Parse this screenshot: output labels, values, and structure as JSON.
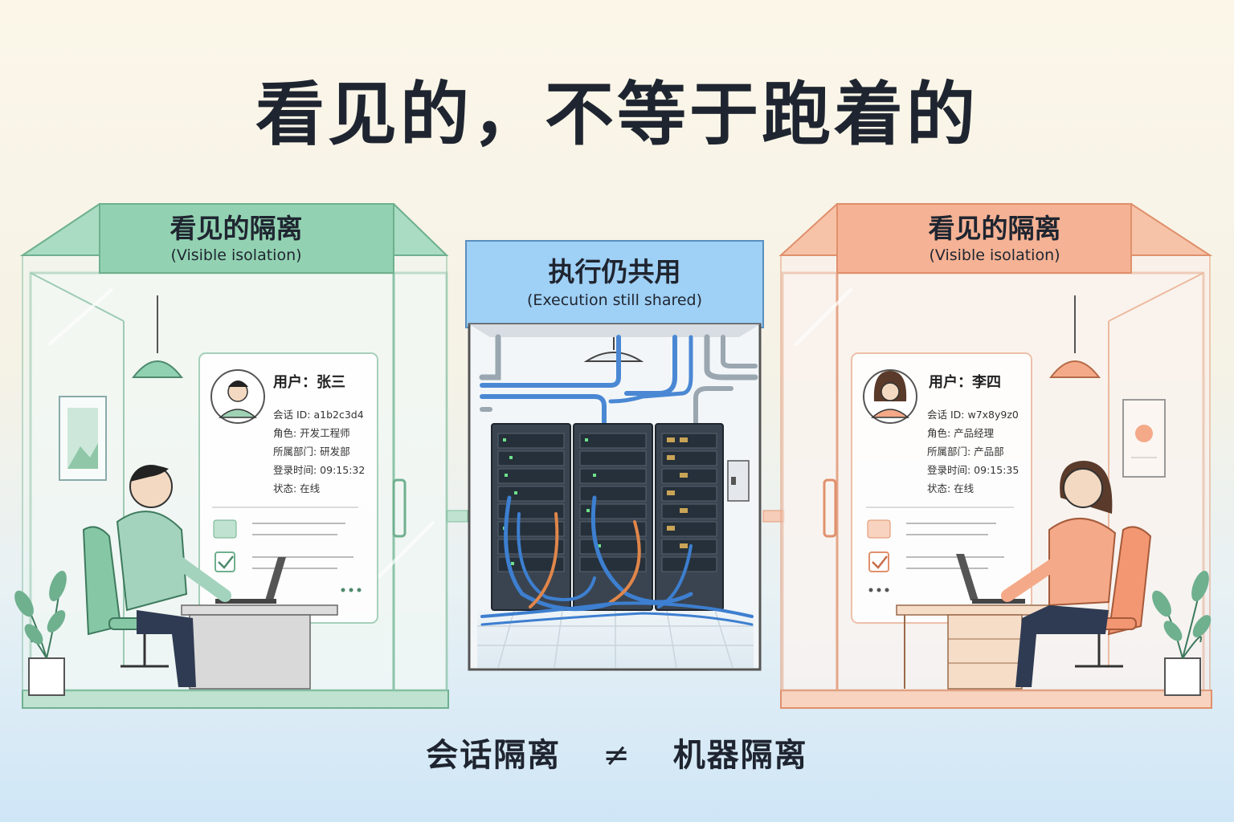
{
  "title": "看见的，不等于跑着的",
  "left_room": {
    "label": "看见的隔离",
    "sublabel": "(Visible isolation)",
    "accent": "#8fd1b1",
    "card": {
      "user": "用户：张三",
      "rows": [
        "会话 ID:   a1b2c3d4",
        "角色:   开发工程师",
        "所属部门:   研发部",
        "登录时间:   09:15:32",
        "状态:   在线"
      ]
    }
  },
  "center_room": {
    "label": "执行仍共用",
    "sublabel": "(Execution still shared)",
    "accent": "#8ec8f2"
  },
  "right_room": {
    "label": "看见的隔离",
    "sublabel": "(Visible isolation)",
    "accent": "#f4b08f",
    "card": {
      "user": "用户：李四",
      "rows": [
        "会话 ID:   w7x8y9z0",
        "角色:   产品经理",
        "所属部门:   产品部",
        "登录时间:   09:15:35",
        "状态:   在线"
      ]
    }
  },
  "bottom": {
    "left": "会话隔离",
    "symbol": "≠",
    "right": "机器隔离"
  }
}
